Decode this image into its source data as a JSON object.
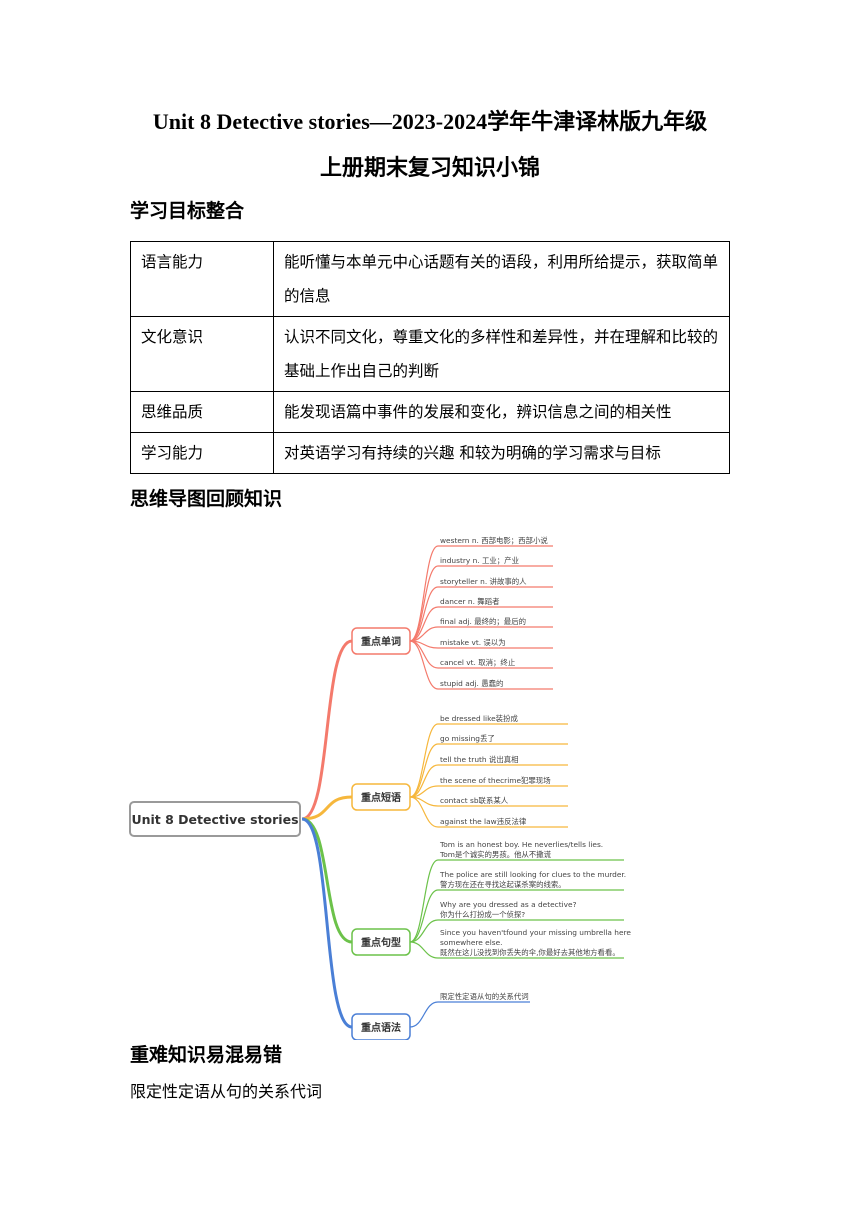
{
  "title_line1": "Unit 8 Detective stories—2023-2024学年牛津译林版九年级",
  "title_line2": "上册期末复习知识小锦",
  "section1_heading": "学习目标整合",
  "goals": [
    {
      "key": "语言能力",
      "value": "能听懂与本单元中心话题有关的语段，利用所给提示，获取简单的信息"
    },
    {
      "key": "文化意识",
      "value": "认识不同文化，尊重文化的多样性和差异性，并在理解和比较的基础上作出自己的判断"
    },
    {
      "key": "思维品质",
      "value": "能发现语篇中事件的发展和变化，辨识信息之间的相关性"
    },
    {
      "key": "学习能力",
      "value": "对英语学习有持续的兴趣 和较为明确的学习需求与目标"
    }
  ],
  "section2_heading": "思维导图回顾知识",
  "mindmap": {
    "root": "Unit 8 Detective stories",
    "branches": [
      {
        "label": "重点单词",
        "color": "#f47a6c",
        "items": [
          [
            "western  n. 西部电影；西部小说"
          ],
          [
            "industry  n. 工业；产业"
          ],
          [
            "storyteller  n. 讲故事的人"
          ],
          [
            "dancer  n. 舞蹈者"
          ],
          [
            "final  adj. 最终的；最后的"
          ],
          [
            "mistake  vt. 误以为"
          ],
          [
            "cancel   vt. 取消；终止"
          ],
          [
            "stupid   adj. 愚蠢的"
          ]
        ]
      },
      {
        "label": "重点短语",
        "color": "#f6b73c",
        "items": [
          [
            "be dressed like装扮成"
          ],
          [
            "go missing丢了"
          ],
          [
            "tell the truth 说出真相"
          ],
          [
            "the scene of thecrime犯罪现场"
          ],
          [
            "contact sb联系某人"
          ],
          [
            "against the law违反法律"
          ]
        ]
      },
      {
        "label": "重点句型",
        "color": "#6cc24a",
        "items": [
          [
            "Tom is an honest boy. He neverlies/tells lies.",
            "Tom是个诚实的男孩。他从不撒谎"
          ],
          [
            "The police are still looking for clues to the murder.",
            "警方现在还在寻找这起谋杀案的线索。"
          ],
          [
            "Why are you dressed as a detective?",
            "你为什么打扮成一个侦探?"
          ],
          [
            "Since you haven'tfound your missing umbrella here",
            "somewhere else.",
            "既然在这儿没找到你丢失的伞,你最好去其他地方看看。"
          ]
        ]
      },
      {
        "label": "重点语法",
        "color": "#4a7fd6",
        "items": [
          [
            "限定性定语从句的关系代词"
          ]
        ]
      }
    ]
  },
  "section3_heading": "重难知识易混易错",
  "section3_text": "限定性定语从句的关系代词"
}
